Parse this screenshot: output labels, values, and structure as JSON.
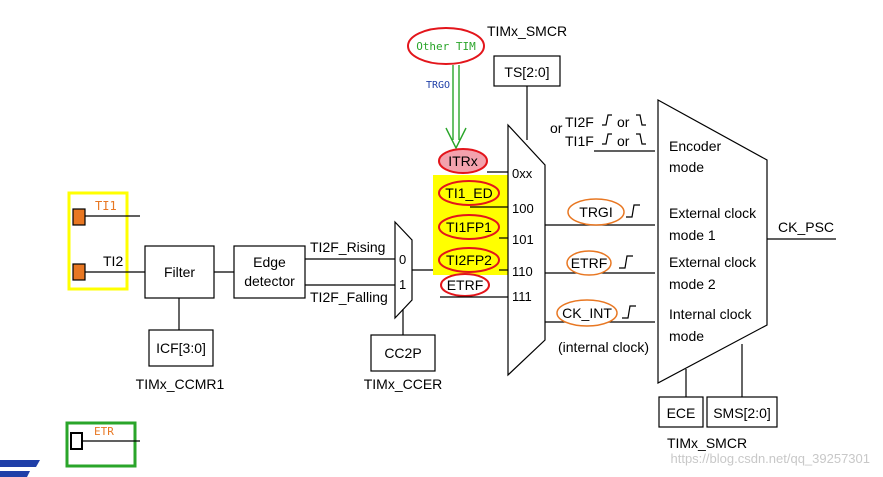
{
  "colors": {
    "highlight_yellow": "#ffff00",
    "red_oval": "#e3151b",
    "orange_oval": "#e87722",
    "green": "#2aa52a",
    "trgo_blue": "#1f3fa8",
    "itrx_fill": "#f3a2ad",
    "pin_orange": "#e87722",
    "watermark": "#c8c8c8"
  },
  "top": {
    "other_tim": "Other TIM",
    "trgo": "TRGO",
    "smcr_title": "TIMx_SMCR",
    "ts": "TS[2:0]"
  },
  "inputs": {
    "ti1_pin": "TI1",
    "ti2": "TI2",
    "etr_pin": "ETR"
  },
  "blocks": {
    "filter": "Filter",
    "edge_line1": "Edge",
    "edge_line2": "detector",
    "icf": "ICF[3:0]",
    "ccmr1": "TIMx_CCMR1",
    "cc2p": "CC2P",
    "ccer": "TIMx_CCER"
  },
  "mux1": {
    "ti2f_rising": "TI2F_Rising",
    "ti2f_falling": "TI2F_Falling",
    "sel0": "0",
    "sel1": "1"
  },
  "mux2_inputs": [
    {
      "name": "ITRx",
      "code": "0xx"
    },
    {
      "name": "TI1_ED",
      "code": "100"
    },
    {
      "name": "TI1FP1",
      "code": "101"
    },
    {
      "name": "TI2FP2",
      "code": "110"
    },
    {
      "name": "ETRF",
      "code": "111"
    }
  ],
  "encoder": {
    "or1": "or",
    "ti2f": "TI2F",
    "or2": "or",
    "ti1f": "TI1F",
    "or3": "or"
  },
  "signals": {
    "trgi": "TRGI",
    "etrf": "ETRF",
    "ck_int": "CK_INT",
    "internal_clock": "(internal clock)"
  },
  "modes": [
    {
      "line1": "Encoder",
      "line2": "mode"
    },
    {
      "line1": "External clock",
      "line2": "mode 1"
    },
    {
      "line1": "External clock",
      "line2": "mode 2"
    },
    {
      "line1": "Internal clock",
      "line2": "mode"
    }
  ],
  "output": {
    "ck_psc": "CK_PSC",
    "ece": "ECE",
    "sms": "SMS[2:0]",
    "smcr_bottom": "TIMx_SMCR"
  },
  "watermark": "https://blog.csdn.net/qq_39257301"
}
